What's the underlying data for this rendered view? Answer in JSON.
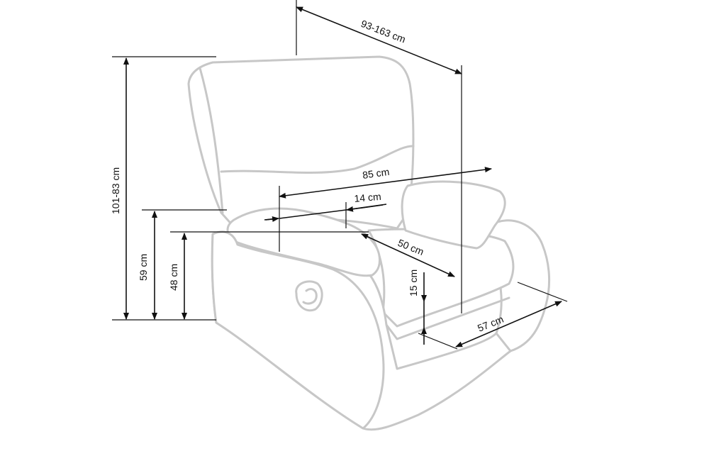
{
  "dimensions": {
    "depth_recline": "93-163 cm",
    "height": "101-83 cm",
    "width": "85 cm",
    "armrest_width": "14 cm",
    "seat_depth": "50 cm",
    "seat_thickness": "15 cm",
    "armrest_height": "59 cm",
    "seat_height": "48 cm",
    "seat_width": "57 cm"
  },
  "colors": {
    "outline": "#c7c7c7",
    "dimension_lines": "#111111",
    "background": "#ffffff"
  }
}
